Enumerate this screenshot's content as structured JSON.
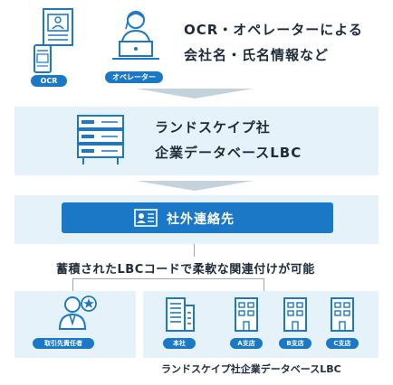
{
  "top": {
    "ocr_label": "OCR",
    "operator_label": "オペレーター",
    "description_line1": "OCR・オペレーターによる",
    "description_line2": "会社名・氏名情報など"
  },
  "database": {
    "line1": "ランドスケイプ社",
    "line2": "企業データベースLBC"
  },
  "contact": {
    "label": "社外連絡先"
  },
  "linking": {
    "caption": "蓄積されたLBCコードで柔軟な関連付けが可能"
  },
  "bottom": {
    "person_tag": "取引先責任者",
    "hq_tag": "本社",
    "branch_a_tag": "A支店",
    "branch_b_tag": "B支店",
    "branch_c_tag": "C支店",
    "db_caption": "ランドスケイプ社企業データベースLBC"
  },
  "colors": {
    "accent": "#1a78c7",
    "band": "#e6f2fa",
    "icon_stroke": "#1a78c7"
  }
}
